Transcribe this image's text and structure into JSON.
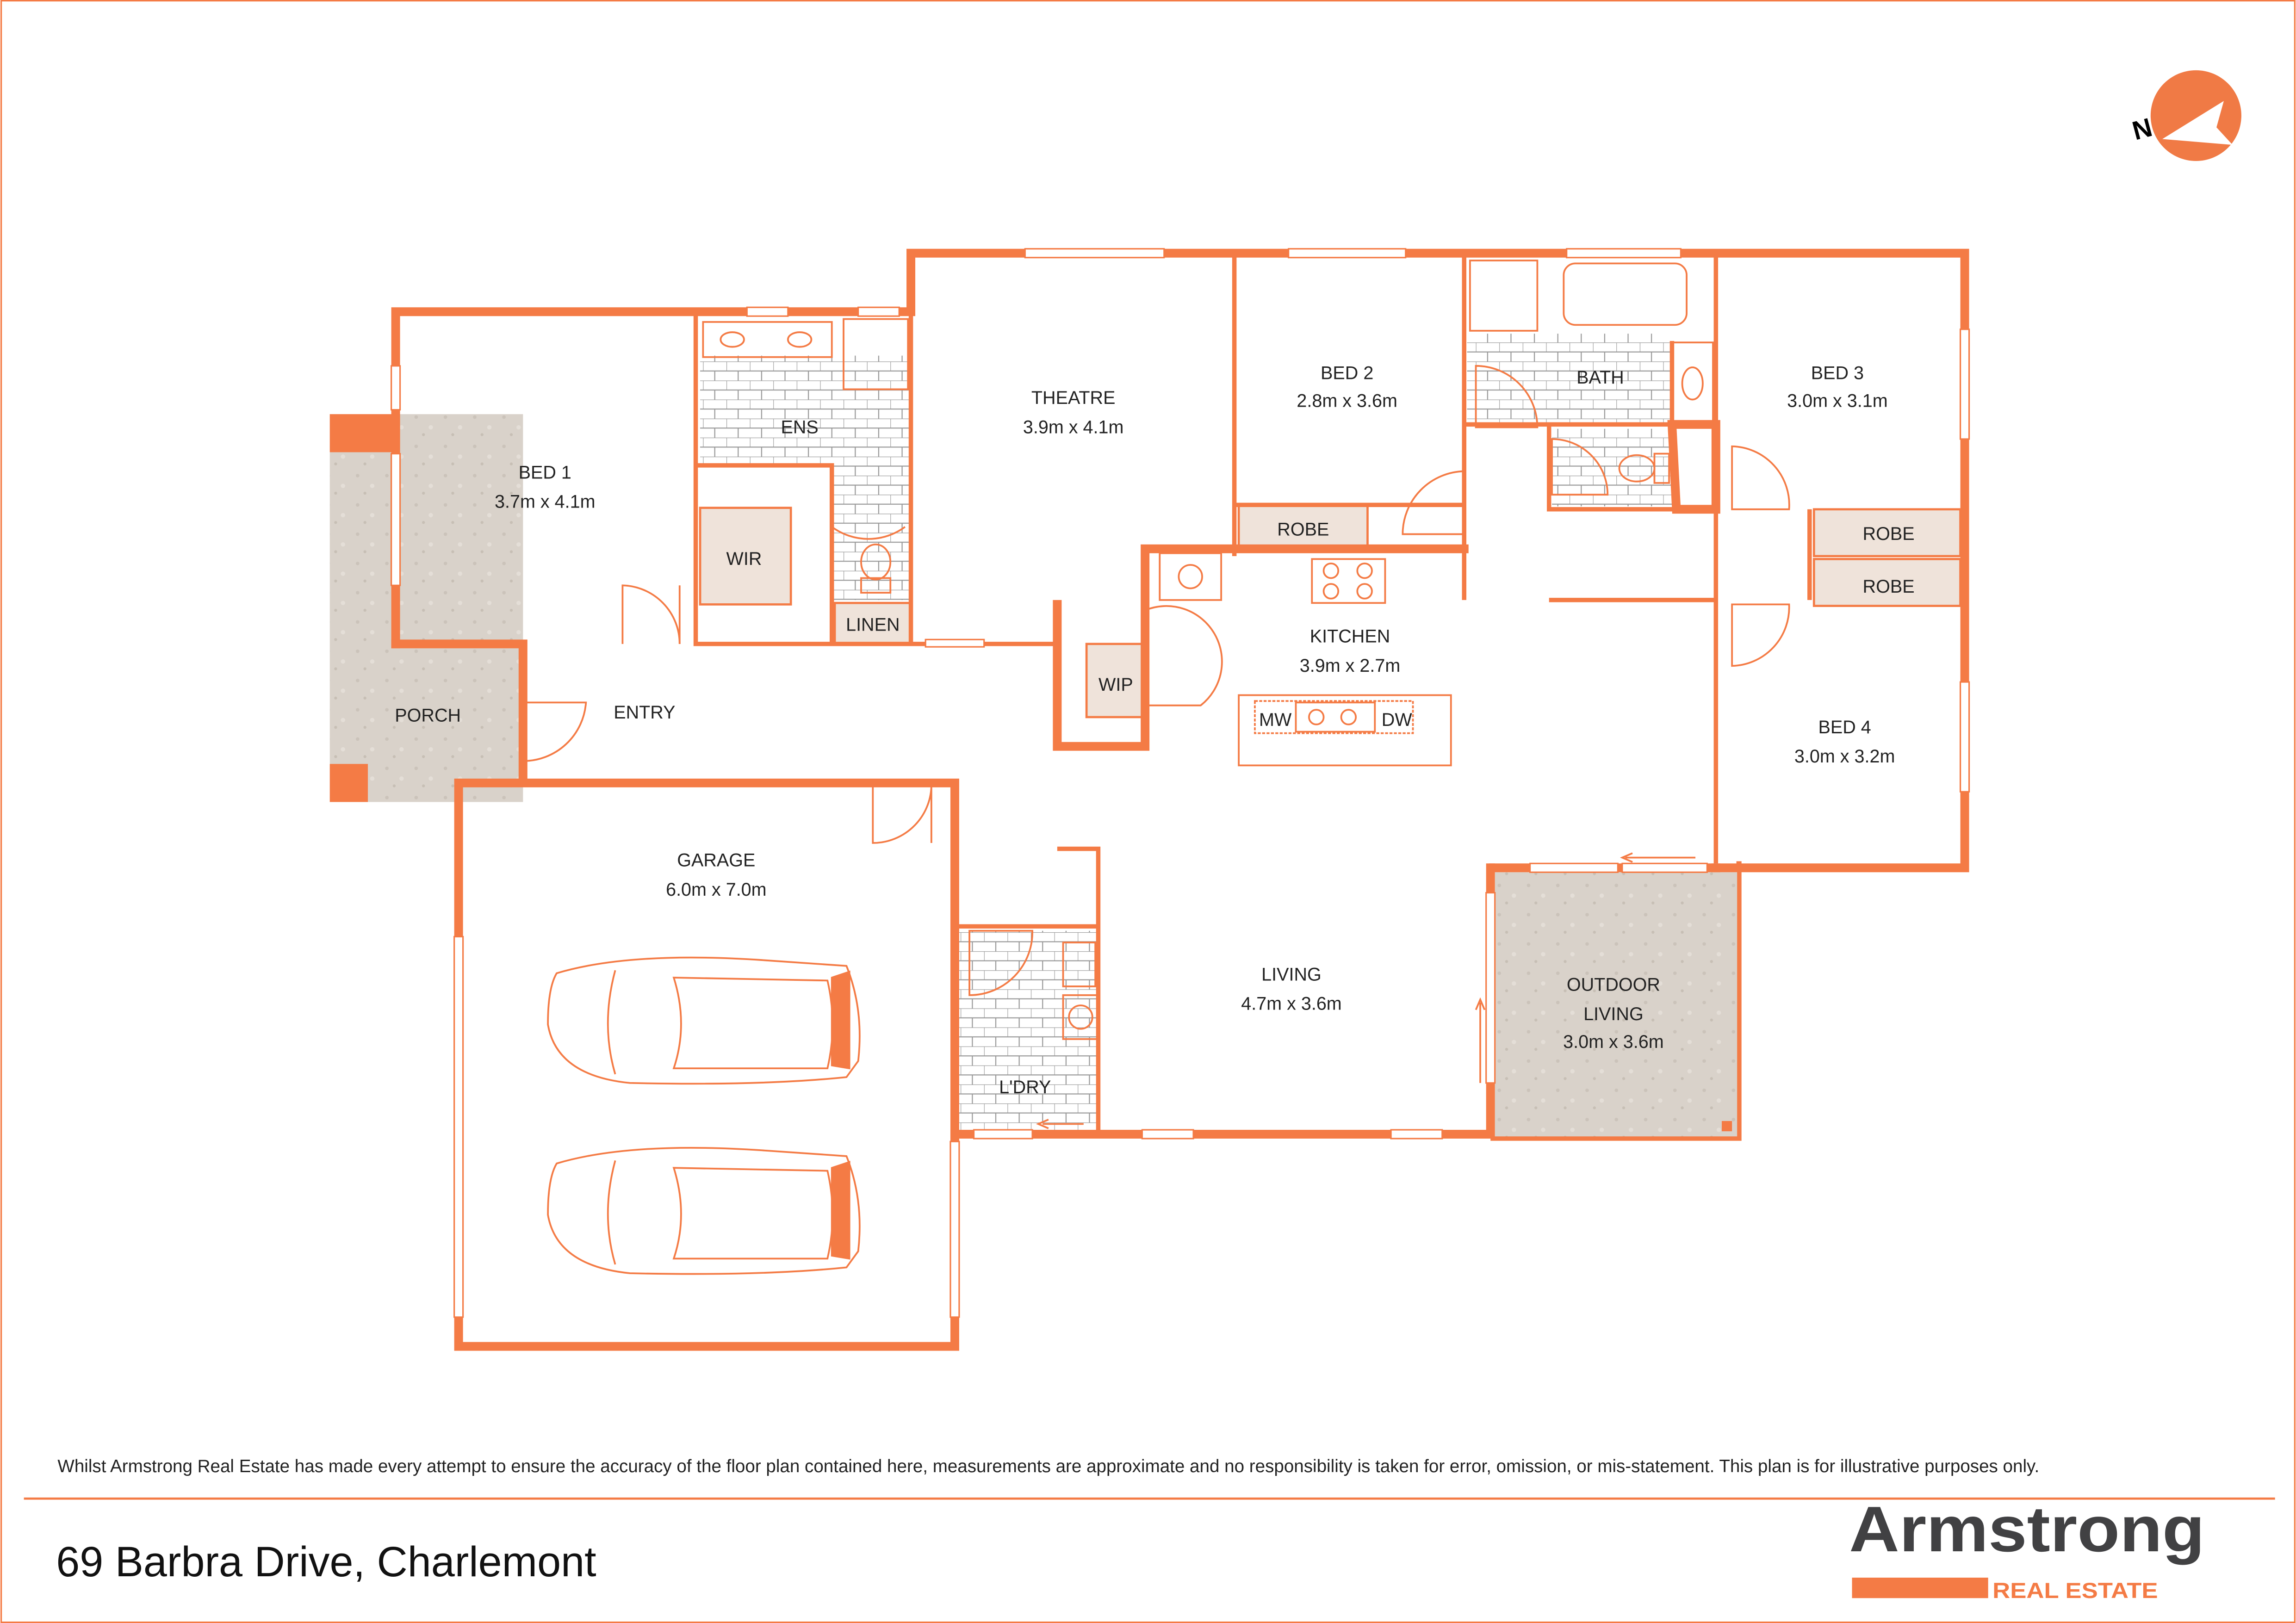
{
  "plan": {
    "address": "69 Barbra Drive, Charlemont",
    "disclaimer": "Whilst Armstrong Real Estate has made every attempt to ensure the accuracy of the floor plan contained here, measurements are approximate and no responsibility is taken for error, omission, or mis-statement. This plan is for illustrative purposes only.",
    "compass_label": "N"
  },
  "rooms": {
    "bed1": {
      "name": "BED 1",
      "dims": "3.7m x 4.1m"
    },
    "ens": {
      "name": "ENS"
    },
    "wir": {
      "name": "WIR"
    },
    "linen": {
      "name": "LINEN"
    },
    "theatre": {
      "name": "THEATRE",
      "dims": "3.9m x 4.1m"
    },
    "bed2": {
      "name": "BED 2",
      "dims": "2.8m x 3.6m"
    },
    "robe_bed2": {
      "name": "ROBE"
    },
    "bath": {
      "name": "BATH"
    },
    "bed3": {
      "name": "BED 3",
      "dims": "3.0m x 3.1m"
    },
    "robe_bed3": {
      "name": "ROBE"
    },
    "robe_bed4": {
      "name": "ROBE"
    },
    "bed4": {
      "name": "BED 4",
      "dims": "3.0m x 3.2m"
    },
    "porch": {
      "name": "PORCH"
    },
    "entry": {
      "name": "ENTRY"
    },
    "wip": {
      "name": "WIP"
    },
    "kitchen": {
      "name": "KITCHEN",
      "dims": "3.9m x 2.7m"
    },
    "mw": {
      "name": "MW"
    },
    "dw": {
      "name": "DW"
    },
    "garage": {
      "name": "GARAGE",
      "dims": "6.0m x 7.0m"
    },
    "laundry": {
      "name": "L'DRY"
    },
    "living": {
      "name": "LIVING",
      "dims": "4.7m x 3.6m"
    },
    "outdoor": {
      "name1": "OUTDOOR",
      "name2": "LIVING",
      "dims": "3.0m x 3.6m"
    }
  },
  "logo": {
    "brand": "Armstrong",
    "sub": "REAL ESTATE"
  },
  "colors": {
    "accent": "#F47B45",
    "logo_dark": "#414143",
    "paving": "#D9D2CA",
    "robe_fill": "#EFE3DA"
  }
}
